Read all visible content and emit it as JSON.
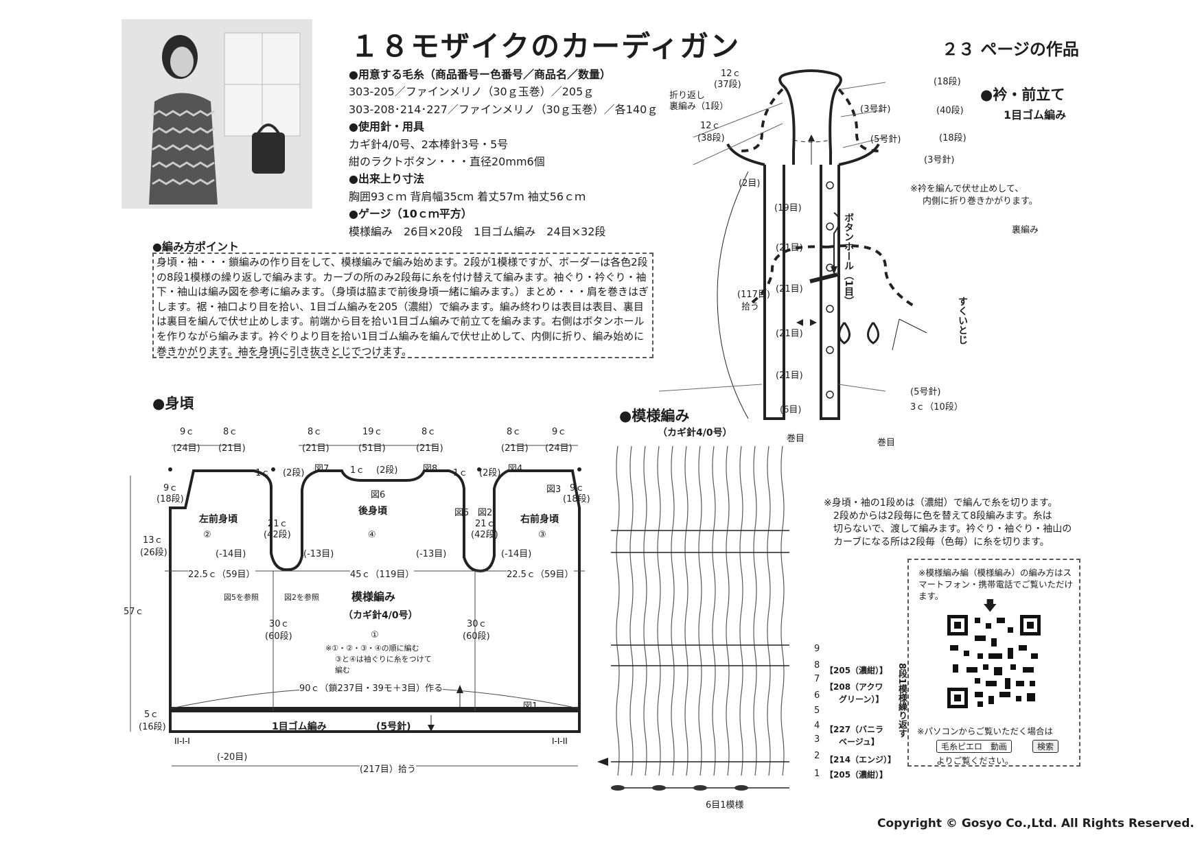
{
  "title": "１８モザイクのカーディガン",
  "page_ref": "２３ ページの作品",
  "specs": {
    "yarn_heading": "●用意する毛糸（商品番号ー色番号／商品名／数量）",
    "yarn_1": "303-205／ファインメリノ（30ｇ玉巻）／205ｇ",
    "yarn_2": "303-208･214･227／ファインメリノ（30ｇ玉巻）／各140ｇ",
    "tools_heading": "●使用針・用具",
    "tools_1": "カギ針4/0号、2本棒針3号・5号",
    "tools_2": "紺のラクトボタン・・・直径20mm6個",
    "size_heading": "●出来上り寸法",
    "size_1": "胸囲93ｃｍ 背肩幅35cm 着丈57ｍ 袖丈56ｃｍ",
    "gauge_heading": "●ゲージ（10ｃｍ平方）",
    "gauge_1": "模様編み　26目×20段　1目ゴム編み　24目×32段"
  },
  "points": {
    "title": "●編み方ポイント",
    "body": "身頃・袖・・・鎖編みの作り目をして、模様編みで編み始めます。2段が1模様ですが、ボーダーは各色2段の8段1模様の繰り返しで編みます。カーブの所のみ2段毎に糸を付け替えて編みます。袖ぐり・衿ぐり・袖下・袖山は編み図を参考に編みます。（身頃は脇まで前後身頃一緒に編みます。）まとめ・・・肩を巻きはぎします。裾・袖口より目を拾い、1目ゴム編みを205（濃紺）で編みます。編み終わりは表目は表目、裏目は裏目を編んで伏せ止めします。前端から目を拾い1目ゴム編みで前立てを編みます。右側はボタンホールを作りながら編みます。衿ぐりより目を拾い1目ゴム編みを編んで伏せ止めして、内側に折り、編み始めに巻きかがります。袖を身頃に引き抜きとじでつけます。"
  },
  "collar": {
    "title": "●衿・前立て",
    "subtitle": "1目ゴム編み",
    "l_12c_37": "12ｃ",
    "l_37dan": "(37段)",
    "l_fold": "折り返し",
    "l_urame1": "裏編み（1段）",
    "l_12c_38": "12ｃ",
    "l_38dan": "(38段)",
    "r_18dan_a": "(18段)",
    "r_3go_a": "(3号針)",
    "r_40dan": "(40段)",
    "r_5go": "(5号針)",
    "r_18dan_b": "(18段)",
    "r_3go_b": "(3号針)",
    "l_2me": "(2目)",
    "l_19me": "(19目)",
    "l_21me_1": "(21目)",
    "l_21me_2": "(21目)",
    "l_21me_3": "(21目)",
    "l_21me_4": "(21目)",
    "l_117me": "(117目)",
    "l_hirou": "拾う",
    "l_6me": "(6目)",
    "buttonhole": "ボタンホール（1目）",
    "r_5go_b": "(5号針)",
    "r_3c10": "3ｃ（10段）",
    "makime_l": "巻目",
    "makime_r": "巻目",
    "fold_note_1": "※衿を編んで伏せ止めして、",
    "fold_note_2": "内側に折り巻きかがります。",
    "urame": "裏編み",
    "sukui": "すくいとじ"
  },
  "body": {
    "title": "●身頃",
    "w_9c_a": "9ｃ",
    "w_24me_a": "(24目)",
    "w_8c_a": "8ｃ",
    "w_21me_a": "(21目)",
    "w_8c_b": "8ｃ",
    "w_21me_b": "(21目)",
    "w_19c": "19ｃ",
    "w_51me": "(51目)",
    "w_8c_c": "8ｃ",
    "w_21me_c": "(21目)",
    "w_8c_d": "8ｃ",
    "w_21me_d": "(21目)",
    "w_9c_b": "9ｃ",
    "w_24me_b": "(24目)",
    "l_1c_a": "1ｃ",
    "l_2dan_a": "(2段)",
    "fig7": "図7",
    "l_1c_b": "1ｃ",
    "l_2dan_b": "(2段)",
    "fig8": "図8",
    "l_1c_c": "1ｃ",
    "l_2dan_c": "(2段)",
    "fig4": "図4",
    "fig6": "図6",
    "fig3": "図3",
    "fig5": "図5",
    "fig2": "図2",
    "fig1": "図1",
    "l_9c_l": "9ｃ",
    "l_18dan_l": "(18段)",
    "l_9c_r": "9ｃ",
    "l_18dan_r": "(18段)",
    "left_front": "左前身頃",
    "num2": "②",
    "back": "後身頃",
    "num4": "④",
    "right_front": "右前身頃",
    "num3": "③",
    "l_13c": "13ｃ",
    "l_26dan": "(26段)",
    "l_21c_a": "21ｃ",
    "l_42dan_a": "(42段)",
    "l_21c_b": "21ｃ",
    "l_42dan_b": "(42段)",
    "l_m14_a": "(-14目)",
    "l_m13_a": "(-13目)",
    "l_m13_b": "(-13目)",
    "l_m14_b": "(-14目)",
    "w_225_a": "22.5ｃ（59目）",
    "w_45": "45ｃ（119目）",
    "w_225_b": "22.5ｃ（59目）",
    "ref5": "図5を参照",
    "ref2": "図2を参照",
    "pattern": "模様編み",
    "hook": "（カギ針4/0号）",
    "num1": "①",
    "l_57c": "57ｃ",
    "l_30c_a": "30ｃ",
    "l_60dan_a": "(60段)",
    "l_30c_b": "30ｃ",
    "l_60dan_b": "(60段)",
    "note_1": "※①・②・③・④の順に編む",
    "note_2": "③と④は袖ぐりに糸をつけて",
    "note_3": "編む",
    "w_90c": "90ｃ（鎖237目・39モ＋3目）作る",
    "l_5c": "5ｃ",
    "l_16dan": "(16段)",
    "rib": "1目ゴム編み",
    "rib_needle": "(5号針)",
    "l_m20": "(-20目)",
    "w_217": "(217目）拾う"
  },
  "pattern": {
    "title": "●模様編み",
    "subtitle": "（カギ針4/0号）",
    "r9": "9",
    "r8": "8",
    "r7": "7",
    "r6": "6",
    "r5": "5",
    "r4": "4",
    "r3": "3",
    "r2": "2",
    "r1": "1",
    "c205_a": "【205（濃紺）】",
    "c208": "【208（アクワ",
    "c208b": "グリーン）】",
    "c227": "【227（バニラ",
    "c227b": "ベージュ】",
    "c214": "【214（エンジ）】",
    "c205_b": "【205（濃紺）】",
    "repeat": "8段1模様繰り返す",
    "bottom": "6目1模様"
  },
  "note": {
    "l1": "※身頃・袖の1段めは（濃紺）で編んで糸を切ります。",
    "l2": "2段めからは2段毎に色を替えて8段編みます。糸は",
    "l3": "切らないで、渡して編みます。衿ぐり・袖ぐり・袖山の",
    "l4": "カーブになる所は2段毎（色毎）に糸を切ります。"
  },
  "qr": {
    "text": "※模様編み編（模様編み）の編み方はスマートフォン・携帯電話でご覧いただけます。",
    "pc": "※パソコンからご覧いただく場合は",
    "search_box": "毛糸ピエロ　動画",
    "search_btn": "検索",
    "end": "よりご覧ください。"
  },
  "copyright": "Copyright © Gosyo Co.,Ltd. All Rights Reserved."
}
